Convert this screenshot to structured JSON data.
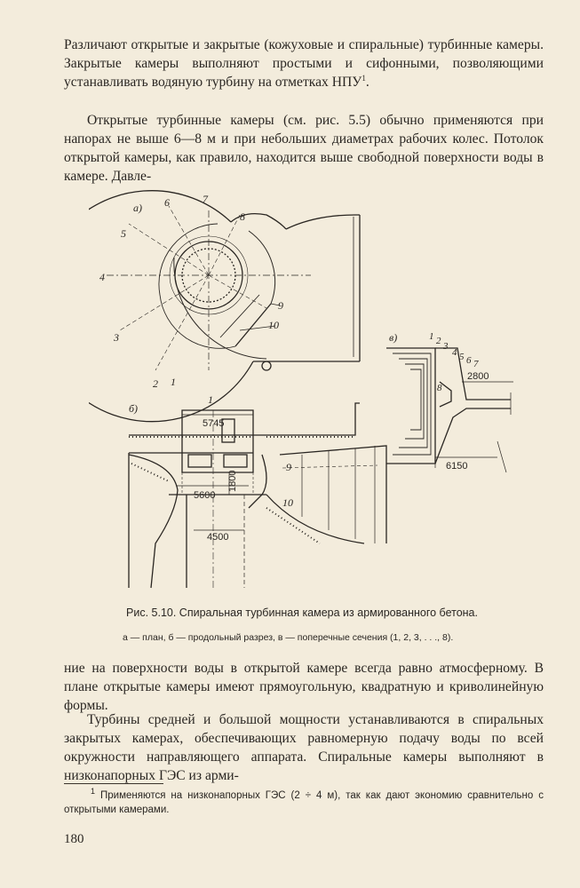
{
  "paragraphs": {
    "p1": "Различают открытые и закрытые (кожуховые и спиральные) турбинные камеры. Закрытые камеры выполняют простыми и сифонными, позволяющими устанавливать водяную турбину на отметках НПУ",
    "p1_sup": "1",
    "p1_end": ".",
    "p2": "Открытые турбинные камеры (см. рис. 5.5) обычно применяются при напорах не выше 6—8 м и при небольших диаметрах рабочих колес. Потолок открытой камеры, как правило, находится выше свободной поверхности воды в камере. Давле-",
    "p3": "ние на поверхности воды в открытой камере всегда равно атмосферному. В плане открытые камеры имеют прямоугольную, квадратную и криволинейную формы.",
    "p4": "Турбины средней и большой мощности устанавливаются в спиральных закрытых камерах, обеспечивающих равномерную подачу воды по всей окружности направляющего аппарата. Спиральные камеры выполняют в низконапорных ГЭС из арми-"
  },
  "figure": {
    "panel_a": "а)",
    "panel_b": "б)",
    "panel_c": "в)",
    "labels_a": [
      "1",
      "2",
      "3",
      "4",
      "5",
      "6",
      "7",
      "8",
      "9",
      "10"
    ],
    "labels_b": [
      "1",
      "9",
      "10"
    ],
    "labels_c": [
      "1",
      "2",
      "3",
      "4",
      "5",
      "6",
      "7",
      "8"
    ],
    "dims": {
      "d5745": "5745",
      "d1800": "1800",
      "d5600": "5600",
      "d4500": "4500",
      "d2800": "2800",
      "d6150": "6150"
    }
  },
  "caption": "Рис. 5.10. Спиральная турбинная камера из армированного бетона.",
  "legend": "а — план, б — продольный разрез, в — поперечные сечения (1, 2, 3, . . ., 8).",
  "footnote": {
    "sup": "1",
    "text": " Применяются на низконапорных ГЭС (2 ÷ 4 м), так как дают экономию сравнительно с открытыми камерами."
  },
  "page_number": "180"
}
